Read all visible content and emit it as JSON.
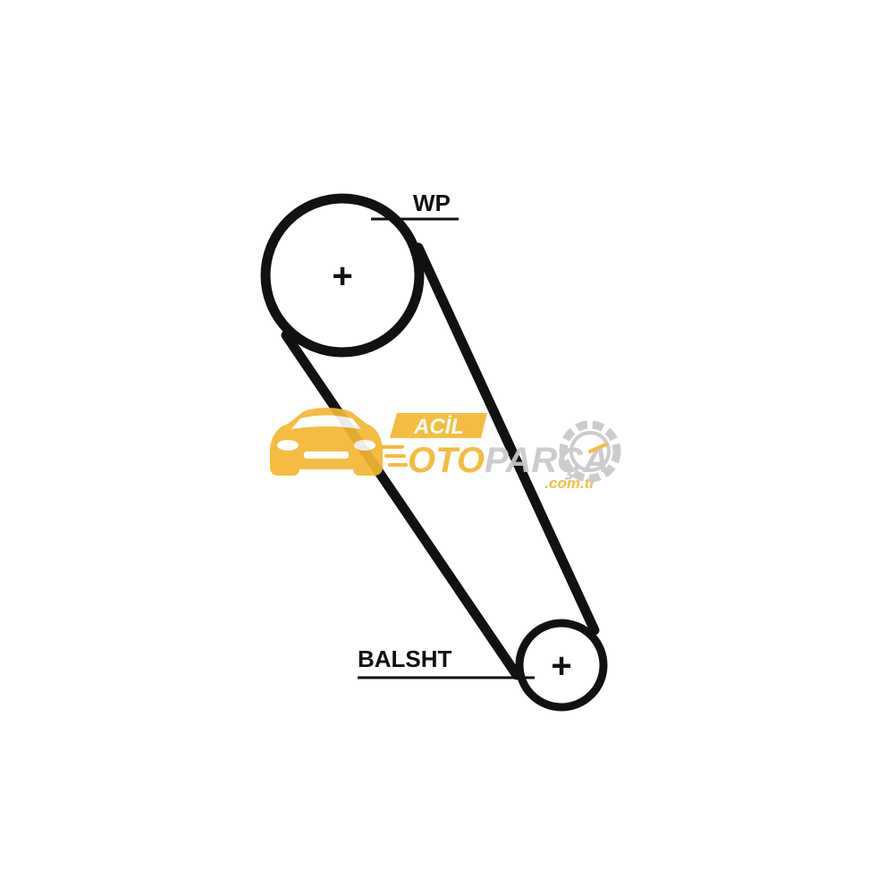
{
  "diagram": {
    "labels": {
      "top_pulley": "WP",
      "bottom_pulley": "BALSHT"
    },
    "center_mark": "+"
  },
  "watermark": {
    "line1": "ACİL",
    "line2_part1": "OTO",
    "line2_part2": "PARÇA",
    "domain": ".com.tr",
    "colors": {
      "brand_yellow": "#F5B731",
      "brand_gray": "#C8C8C8"
    }
  },
  "colors": {
    "belt": "#111111",
    "background": "#FFFFFF"
  }
}
